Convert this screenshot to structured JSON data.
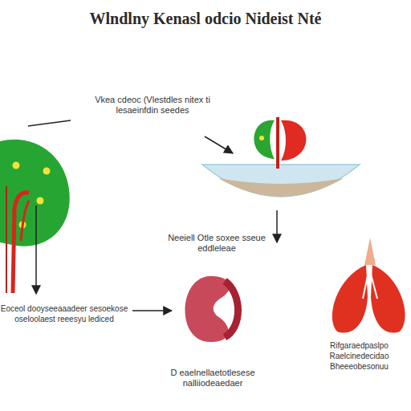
{
  "diagram": {
    "title": "Wlndlny Kenasl odcio Nideist Nté",
    "labels": [
      "Vkea cdeoc (Vlestdles nitex ti lesaeinfdin seedes",
      "Neeiell Otle soxee sseue eddleleae",
      "Eoceol dooyseeaaadeer sesoekose oseloolaest reeesyu lediced",
      "D eaelnellaetotlesese nalliiodeaedaer",
      "Rifgaraedpaslpo Raelcinedecidao Bheeeobesonuu"
    ]
  }
}
